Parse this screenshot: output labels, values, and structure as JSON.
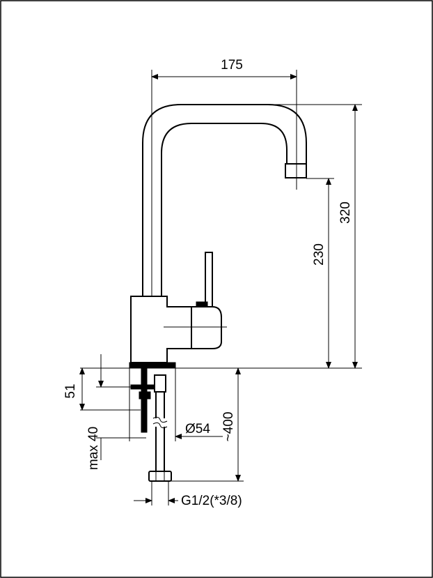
{
  "dimensions": {
    "spout_reach": "175",
    "total_height": "320",
    "spout_height": "230",
    "tap_hole_height": "51",
    "max_thickness": "max 40",
    "base_diameter": "Ø54",
    "hose_length": "~400",
    "connection_thread": "G1/2(*3/8)"
  },
  "colors": {
    "line": "#000000",
    "background": "#ffffff"
  }
}
